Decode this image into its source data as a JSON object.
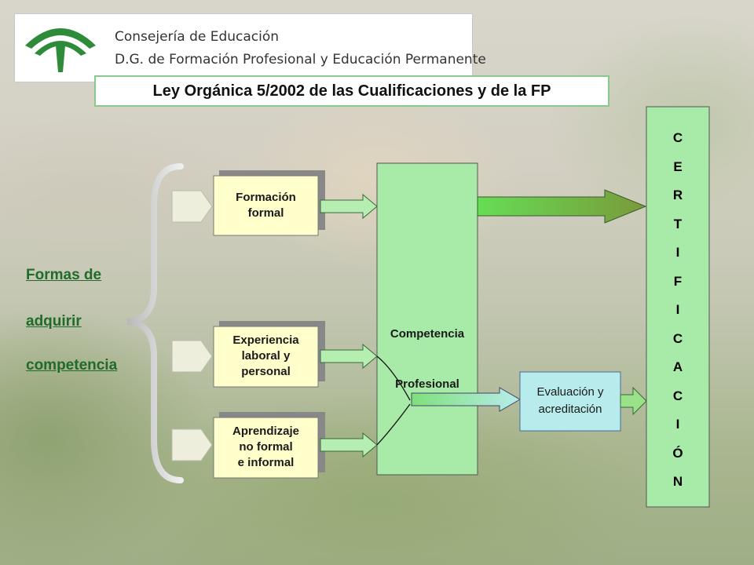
{
  "header": {
    "line1": "Consejería de Educación",
    "line2": "D.G. de Formación Profesional y Educación Permanente"
  },
  "title": "Ley Orgánica 5/2002 de las Cualificaciones y de la FP",
  "side_heading": {
    "words": [
      "Formas",
      "de",
      "adquirir",
      "competencia"
    ]
  },
  "stages": [
    {
      "label": "Formación\nformal"
    },
    {
      "label": "Experiencia\nlaboral y\npersonal"
    },
    {
      "label": "Aprendizaje\nno formal\ne informal"
    }
  ],
  "competencia": {
    "line1": "Competencia",
    "line2": "Profesional"
  },
  "evaluacion": {
    "label": "Evaluación y\nacreditación"
  },
  "certificacion": {
    "letters": [
      "C",
      "E",
      "R",
      "T",
      "I",
      "F",
      "I",
      "C",
      "A",
      "C",
      "I",
      "Ó",
      "N"
    ]
  },
  "colors": {
    "logo_green": "#2e8b3a",
    "title_border": "#86c98a",
    "stage_fill": "#ffffcc",
    "competencia_fill": "#a8eaa8",
    "cert_fill": "#a8eaa8",
    "evaluacion_fill": "#b8ecec",
    "link_green": "#1f6b2a"
  },
  "icons": [
    "junta-andalucia-logo-icon"
  ]
}
